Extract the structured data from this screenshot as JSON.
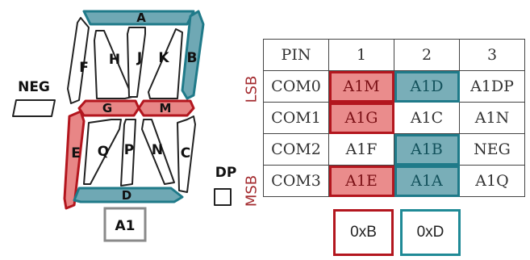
{
  "segments": {
    "A": "A",
    "B": "B",
    "C": "C",
    "D": "D",
    "E": "E",
    "F": "F",
    "G": "G",
    "H": "H",
    "J": "J",
    "K": "K",
    "M": "M",
    "N": "N",
    "P": "P",
    "Q": "Q"
  },
  "side_labels": {
    "neg": "NEG",
    "dp": "DP",
    "digit": "A1"
  },
  "colors": {
    "teal": "#6fa8b4",
    "teal_border": "#1f7a89",
    "red": "#e88686",
    "red_border": "#b3161e"
  },
  "table": {
    "header": [
      "PIN",
      "1",
      "2",
      "3"
    ],
    "rows": [
      [
        "COM0",
        "A1M",
        "A1D",
        "A1DP"
      ],
      [
        "COM1",
        "A1G",
        "A1C",
        "A1N"
      ],
      [
        "COM2",
        "A1F",
        "A1B",
        "NEG"
      ],
      [
        "COM3",
        "A1E",
        "A1A",
        "A1Q"
      ]
    ]
  },
  "bit_labels": {
    "lsb": "LSB",
    "msb": "MSB"
  },
  "hex_values": {
    "col1": "0xB",
    "col2": "0xD"
  }
}
